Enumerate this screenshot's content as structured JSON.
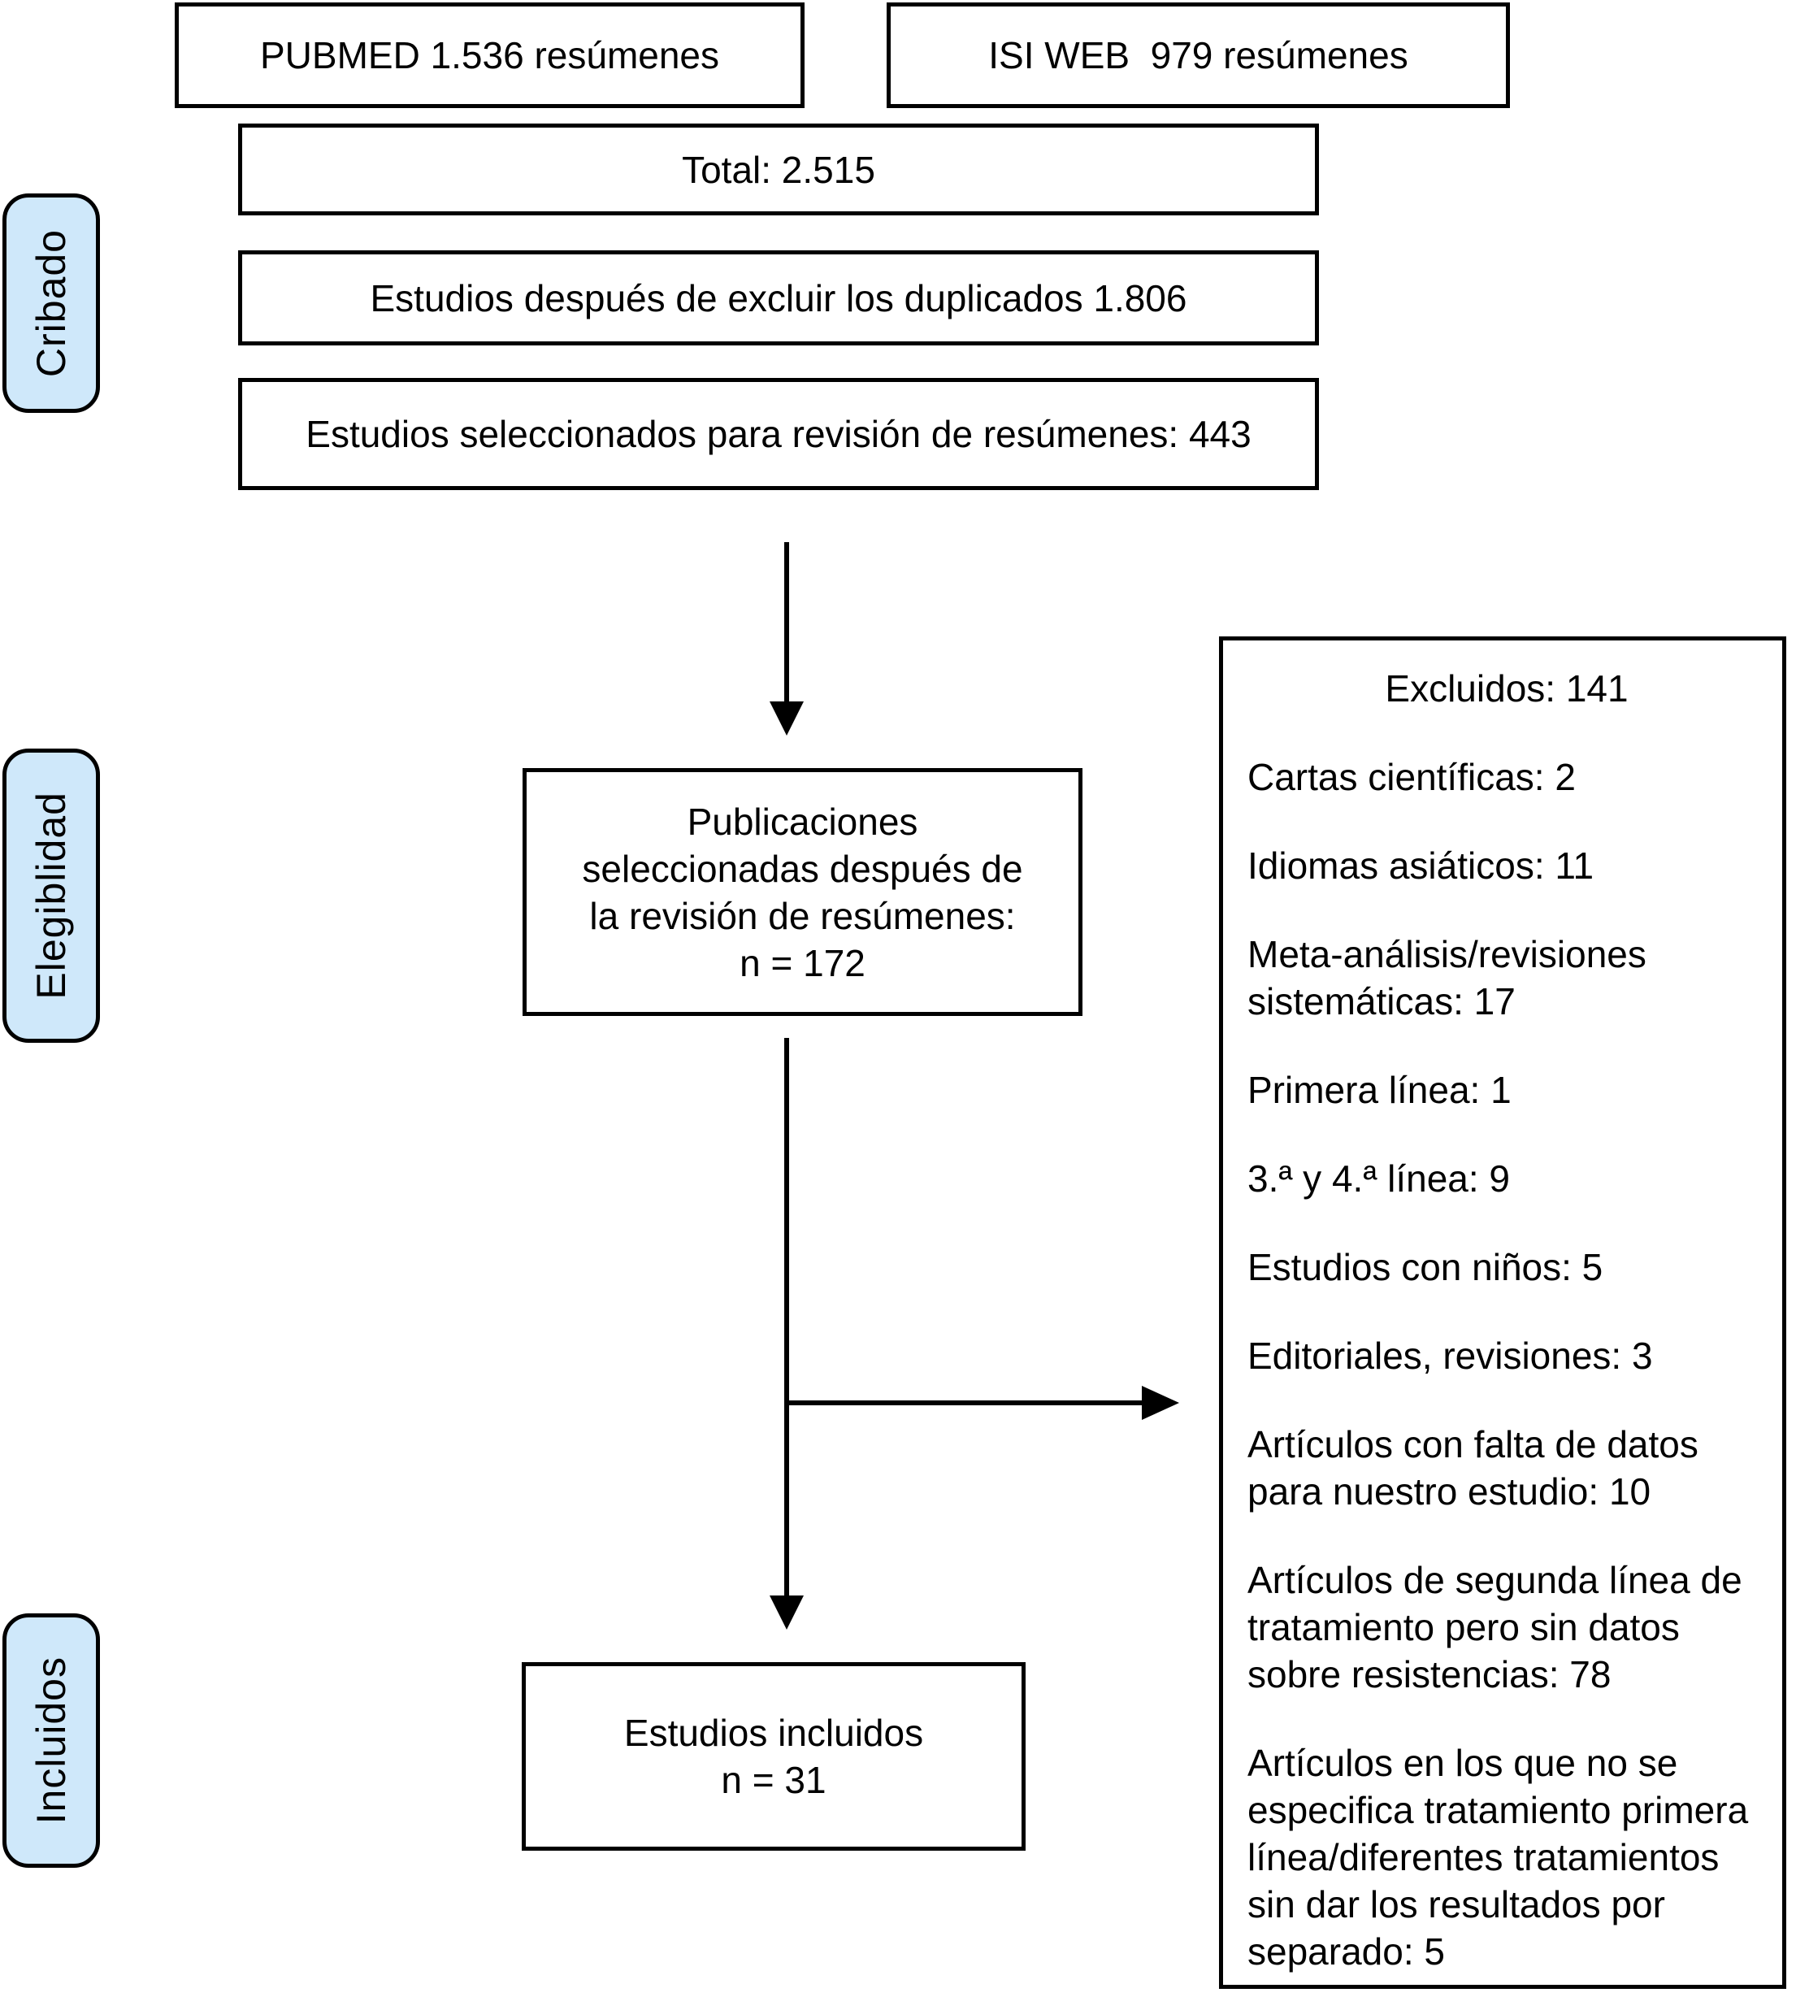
{
  "flowchart": {
    "sources": [
      {
        "label": "PUBMED 1.536 resúmenes"
      },
      {
        "label": "ISI WEB  979 resúmenes"
      }
    ],
    "total_box": {
      "label": "Total: 2.515"
    },
    "dedup_box": {
      "label": "Estudios después de excluir los duplicados 1.806"
    },
    "abstract_review_box": {
      "label": "Estudios seleccionados para revisión de resúmenes: 443"
    },
    "stages": [
      {
        "label": "Cribado"
      },
      {
        "label": "Elegiblidad"
      },
      {
        "label": "Incluidos"
      }
    ],
    "publications_box": {
      "lines": [
        "Publicaciones",
        "seleccionadas después de",
        "la revisión de resúmenes:",
        "n = 172"
      ]
    },
    "included_box": {
      "lines": [
        "Estudios incluidos",
        "n = 31"
      ]
    },
    "excluded_box": {
      "title": "Excluidos: 141",
      "items": [
        "Cartas científicas: 2",
        "Idiomas asiáticos: 11",
        "Meta-análisis/revisiones sistemáticas: 17",
        "Primera línea: 1",
        "3.ª y 4.ª línea: 9",
        "Estudios con niños: 5",
        "Editoriales, revisiones: 3",
        "Artículos con falta de datos para nuestro estudio: 10",
        "Artículos de segunda línea de tratamiento pero sin datos sobre resistencias: 78",
        "Artículos en los que no se especifica tratamiento primera línea/diferentes tratamientos sin dar los resultados por separado: 5"
      ]
    },
    "colors": {
      "stage_fill": "#cfe8fa",
      "line": "#000000",
      "box_background": "#ffffff"
    }
  }
}
